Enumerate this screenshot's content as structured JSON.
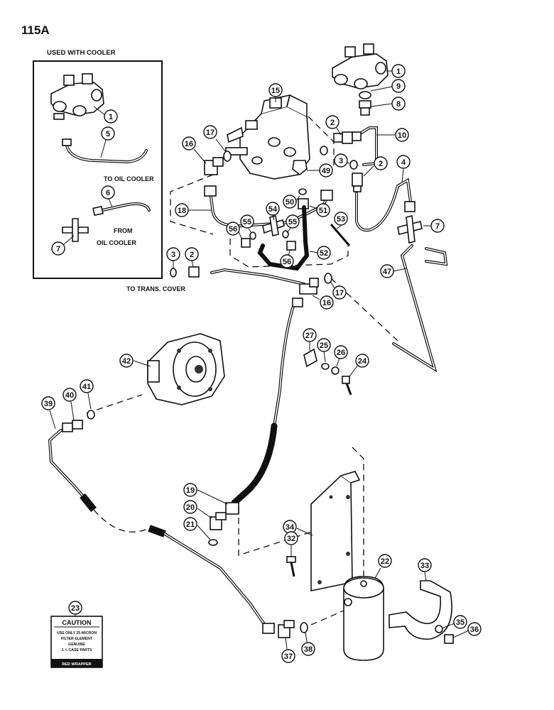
{
  "page": {
    "number": "115A"
  },
  "inset": {
    "title": "USED WITH COOLER"
  },
  "labels": {
    "to_oil_cooler": "TO OIL COOLER",
    "from_oil_cooler_1": "FROM",
    "from_oil_cooler_2": "OIL COOLER",
    "to_trans_cover": "TO TRANS. COVER"
  },
  "caution": {
    "title": "CAUTION",
    "line1": "USE ONLY 25-MICRON",
    "line2": "FILTER ELEMENT",
    "line3": "GENUINE",
    "line4": "J. I. CASE PARTS",
    "footer": "RED WRAPPER"
  },
  "callouts": {
    "c1_inset": "1",
    "c5": "5",
    "c6": "6",
    "c7_inset": "7",
    "c1": "1",
    "c9": "9",
    "c8": "8",
    "c15": "15",
    "c2_a": "2",
    "c10": "10",
    "c16_a": "16",
    "c17_a": "17",
    "c3_a": "3",
    "c49": "49",
    "c2_b": "2",
    "c4": "4",
    "c18": "18",
    "c50": "50",
    "c51": "51",
    "c54": "54",
    "c53": "53",
    "c7": "7",
    "c55_a": "55",
    "c55_b": "55",
    "c56_a": "56",
    "c56_b": "56",
    "c52": "52",
    "c3_b": "3",
    "c2_c": "2",
    "c47": "47",
    "c17_b": "17",
    "c16_b": "16",
    "c27": "27",
    "c25": "25",
    "c26": "26",
    "c24": "24",
    "c42": "42",
    "c41": "41",
    "c40": "40",
    "c39": "39",
    "c19": "19",
    "c20": "20",
    "c21": "21",
    "c34": "34",
    "c32": "32",
    "c22": "22",
    "c33": "33",
    "c23": "23",
    "c35": "35",
    "c36": "36",
    "c38": "38",
    "c37": "37"
  }
}
